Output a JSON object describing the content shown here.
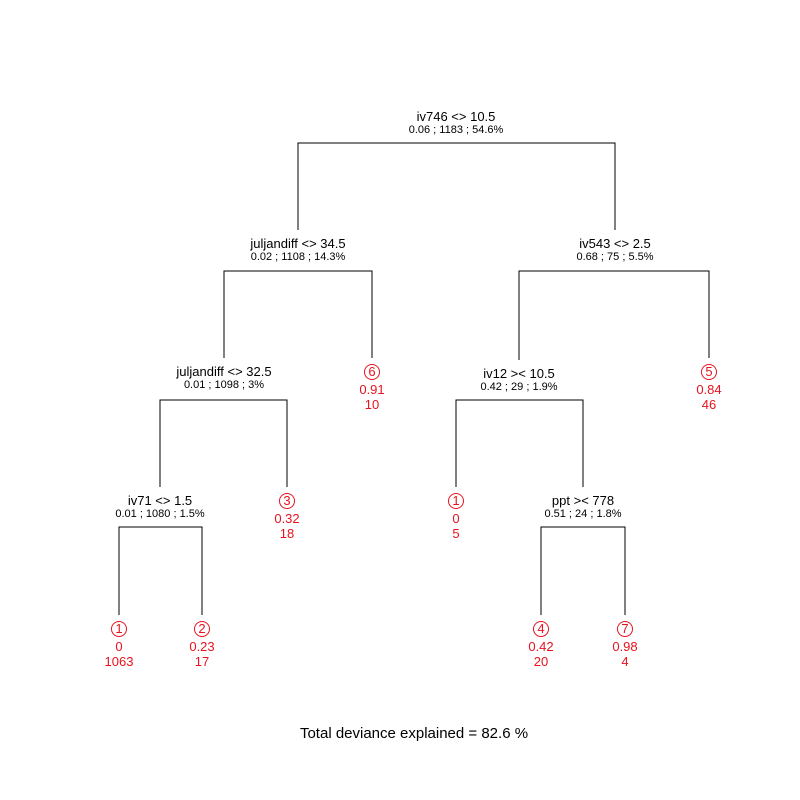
{
  "colors": {
    "edges": "#000000",
    "text": "#000000",
    "leaf": "#e8121f"
  },
  "nodes": [
    {
      "id": "n1",
      "split": "iv746 <> 10.5",
      "stats": "0.06 ; 1183 ; 54.6%"
    },
    {
      "id": "n2",
      "split": "juljandiff <> 34.5",
      "stats": "0.02 ; 1108 ; 14.3%"
    },
    {
      "id": "n3",
      "split": "iv543 <> 2.5",
      "stats": "0.68 ; 75 ; 5.5%"
    },
    {
      "id": "n4",
      "split": "juljandiff <> 32.5",
      "stats": "0.01 ; 1098 ; 3%"
    },
    {
      "id": "n5",
      "split": "iv12 >< 10.5",
      "stats": "0.42 ; 29 ; 1.9%"
    },
    {
      "id": "n6",
      "split": "iv71 <> 1.5",
      "stats": "0.01 ; 1080 ; 1.5%"
    },
    {
      "id": "n7",
      "split": "ppt >< 778",
      "stats": "0.51 ; 24 ; 1.8%"
    }
  ],
  "leaves": [
    {
      "id": "l1",
      "cluster": "1",
      "value": "0",
      "n": "1063"
    },
    {
      "id": "l2",
      "cluster": "2",
      "value": "0.23",
      "n": "17"
    },
    {
      "id": "l3",
      "cluster": "3",
      "value": "0.32",
      "n": "18"
    },
    {
      "id": "l4",
      "cluster": "6",
      "value": "0.91",
      "n": "10"
    },
    {
      "id": "l5",
      "cluster": "1",
      "value": "0",
      "n": "5"
    },
    {
      "id": "l6",
      "cluster": "4",
      "value": "0.42",
      "n": "20"
    },
    {
      "id": "l7",
      "cluster": "7",
      "value": "0.98",
      "n": "4"
    },
    {
      "id": "l8",
      "cluster": "5",
      "value": "0.84",
      "n": "46"
    }
  ],
  "footer": "Total deviance explained = 82.6 %"
}
